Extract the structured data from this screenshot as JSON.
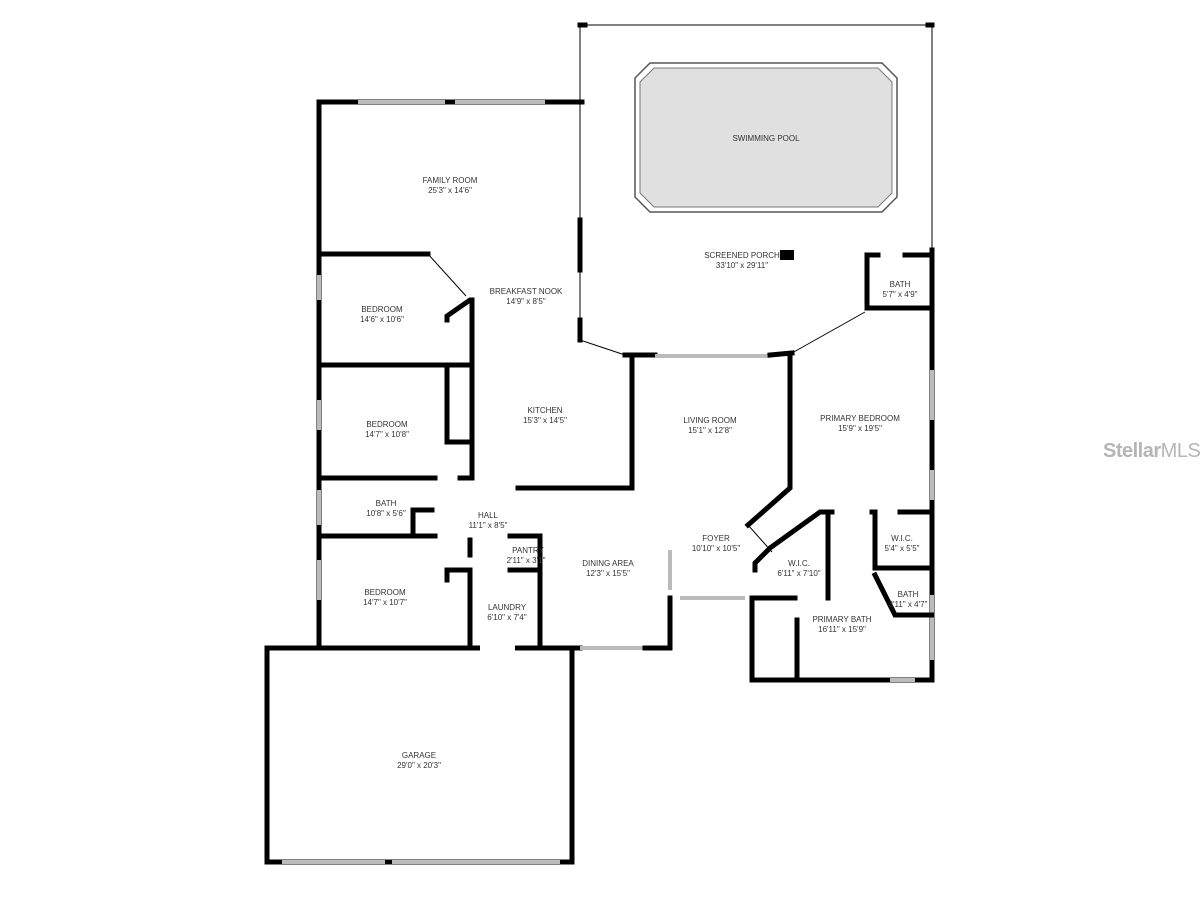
{
  "rooms": [
    {
      "id": "family-room",
      "name": "FAMILY ROOM",
      "size": "25'3\" x 14'6\""
    },
    {
      "id": "swimming-pool",
      "name": "SWIMMING POOL",
      "size": ""
    },
    {
      "id": "screened-porch",
      "name": "SCREENED PORCH",
      "size": "33'10\" x 29'11\""
    },
    {
      "id": "breakfast-nook",
      "name": "BREAKFAST NOOK",
      "size": "14'9\" x 8'5\""
    },
    {
      "id": "bedroom-1",
      "name": "BEDROOM",
      "size": "14'6\" x 10'6\""
    },
    {
      "id": "bath-porch",
      "name": "BATH",
      "size": "5'7\" x 4'9\""
    },
    {
      "id": "bedroom-2",
      "name": "BEDROOM",
      "size": "14'7\" x 10'8\""
    },
    {
      "id": "kitchen",
      "name": "KITCHEN",
      "size": "15'3\" x 14'5\""
    },
    {
      "id": "living-room",
      "name": "LIVING ROOM",
      "size": "15'1\" x 12'8\""
    },
    {
      "id": "primary-bedroom",
      "name": "PRIMARY BEDROOM",
      "size": "15'9\" x 19'5\""
    },
    {
      "id": "bath-hall",
      "name": "BATH",
      "size": "10'8\" x 5'6\""
    },
    {
      "id": "hall",
      "name": "HALL",
      "size": "11'1\" x 8'5\""
    },
    {
      "id": "pantry",
      "name": "PANTRY",
      "size": "2'11\" x 3'1\""
    },
    {
      "id": "dining-area",
      "name": "DINING AREA",
      "size": "12'3\" x 15'5\""
    },
    {
      "id": "foyer",
      "name": "FOYER",
      "size": "10'10\" x 10'5\""
    },
    {
      "id": "wic-1",
      "name": "W.I.C.",
      "size": "6'11\" x 7'10\""
    },
    {
      "id": "wic-2",
      "name": "W.I.C.",
      "size": "5'4\" x 5'5\""
    },
    {
      "id": "bath-primary-small",
      "name": "BATH",
      "size": "3'11\" x 4'7\""
    },
    {
      "id": "bedroom-3",
      "name": "BEDROOM",
      "size": "14'7\" x 10'7\""
    },
    {
      "id": "laundry",
      "name": "LAUNDRY",
      "size": "6'10\" x 7'4\""
    },
    {
      "id": "primary-bath",
      "name": "PRIMARY BATH",
      "size": "16'11\" x 15'9\""
    },
    {
      "id": "garage",
      "name": "GARAGE",
      "size": "29'0\" x 20'3\""
    }
  ],
  "watermark": {
    "brand_bold": "Stellar",
    "brand_light": "MLS"
  },
  "colors": {
    "wall": "#000000",
    "pool": "#e0e0e0",
    "window": "#bbbbbb",
    "watermark": "#b5b5b5"
  }
}
